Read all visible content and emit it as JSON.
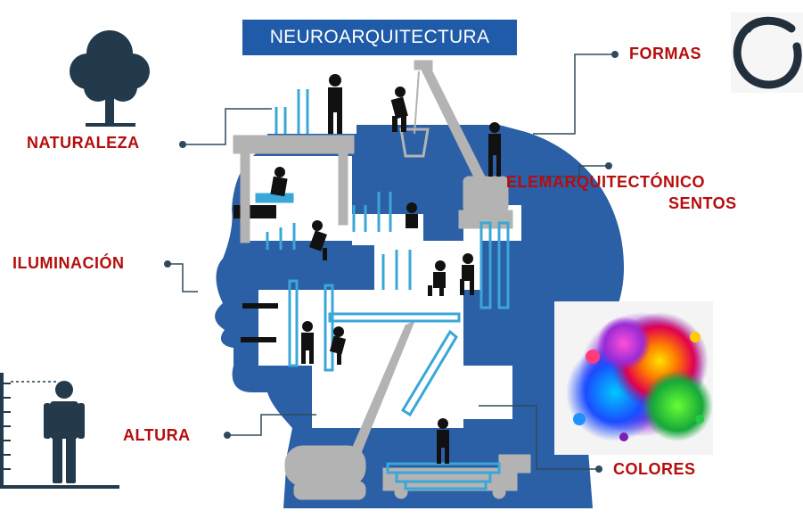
{
  "title": "NEUROARQUITECTURA",
  "labels": {
    "naturaleza": "NATURALEZA",
    "formas": "FORMAS",
    "elementos_line1": "ELEMARQUITECTÓNICO",
    "elementos_line2": "SENTOS",
    "iluminacion": "ILUMINACIÓN",
    "altura": "ALTURA",
    "colores": "COLORES"
  },
  "colors": {
    "head_blue": "#2b5fa6",
    "title_bg": "#1f5ba8",
    "label_red": "#b50d0d",
    "connector": "#2f4a5c",
    "dark_icon": "#233a4c",
    "construction_gray": "#b3b3b3",
    "scaffold_cyan": "#3aa7d8",
    "worker_black": "#111111"
  },
  "icons": [
    "tree-icon",
    "enso-circle-icon",
    "paint-splash-icon",
    "person-height-icon"
  ]
}
